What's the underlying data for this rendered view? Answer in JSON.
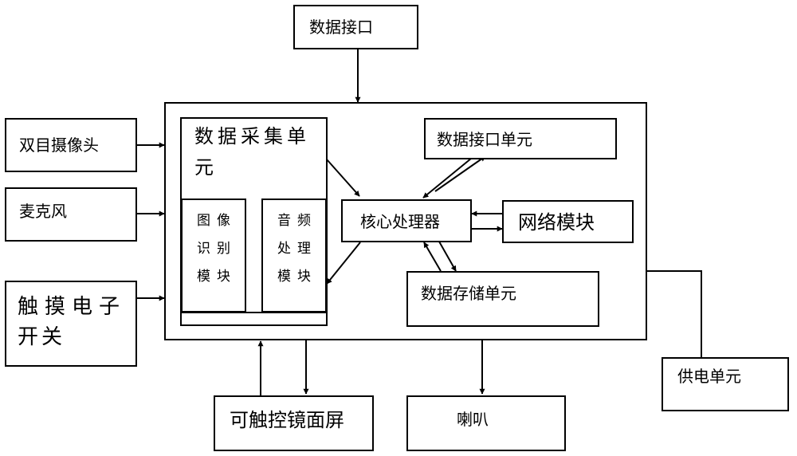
{
  "external": {
    "data_interface": "数据接口",
    "binocular_camera": "双目摄像头",
    "microphone": "麦克风",
    "touch_switch_line1": "触摸电子",
    "touch_switch_line2": "开关",
    "power_unit": "供电单元",
    "touch_mirror_screen": "可触控镜面屏",
    "speaker": "喇叭"
  },
  "internal": {
    "data_acquisition_line1": "数据采集单",
    "data_acquisition_line2": "元",
    "image_recognition": [
      "图像",
      "识别",
      "模块"
    ],
    "audio_processing": [
      "音频",
      "处理",
      "模块"
    ],
    "core_processor": "核心处理器",
    "data_interface_unit": "数据接口单元",
    "network_module": "网络模块",
    "data_storage_unit": "数据存储单元"
  }
}
